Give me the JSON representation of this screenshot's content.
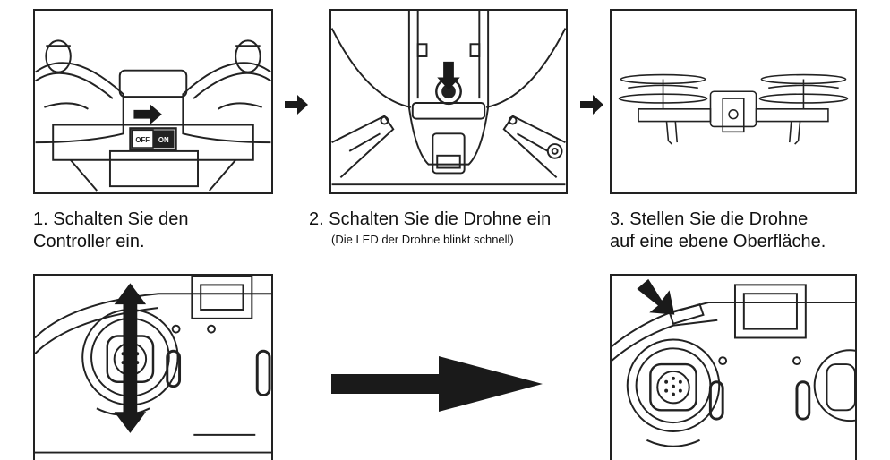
{
  "steps": [
    {
      "number": "1.",
      "line1": "Schalten Sie den",
      "line2": "Controller ein."
    },
    {
      "number": "2.",
      "line1": "Schalten Sie die Drohne ein",
      "note": "(Die LED der Drohne blinkt schnell)"
    },
    {
      "number": "3.",
      "line1": "Stellen Sie die Drohne",
      "line2": "auf eine ebene Oberfläche."
    }
  ],
  "switch": {
    "off_label": "OFF",
    "on_label": "ON"
  },
  "colors": {
    "line": "#222222",
    "arrow": "#1a1a1a",
    "background": "#ffffff"
  }
}
